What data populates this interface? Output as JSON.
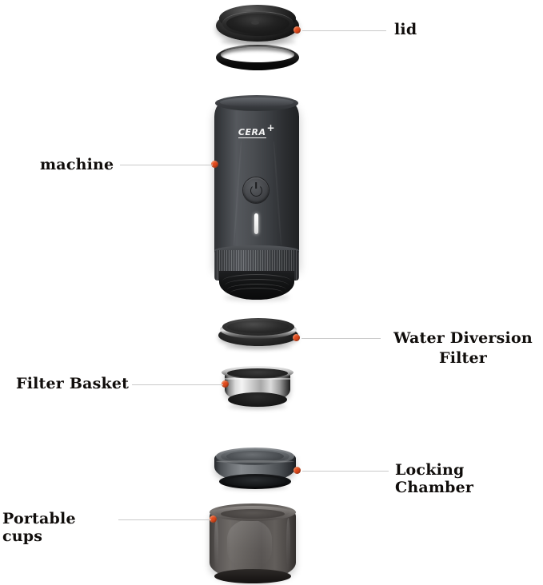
{
  "diagram": {
    "title": "Portable espresso machine exploded parts diagram",
    "background_color": "#ffffff",
    "dot_color": "#e0491c",
    "leader_color": "#c9c9c9",
    "label_color": "#100d0b"
  },
  "product": {
    "brand_logo": "CERA",
    "brand_logo_suffix": "+",
    "power_button_icon": "power-icon"
  },
  "callouts": [
    {
      "id": "lid",
      "label": "lid",
      "align": "left"
    },
    {
      "id": "machine",
      "label": "machine",
      "align": "right"
    },
    {
      "id": "water-filter",
      "label": "Water Diversion\nFilter",
      "align": "left"
    },
    {
      "id": "filter-basket",
      "label": "Filter Basket",
      "align": "right"
    },
    {
      "id": "locking-chamber",
      "label": "Locking Chamber",
      "align": "left"
    },
    {
      "id": "portable-cups",
      "label": "Portable cups",
      "align": "right"
    }
  ],
  "parts": [
    {
      "id": "lid",
      "name": "lid"
    },
    {
      "id": "lid-ring",
      "name": "sealing ring"
    },
    {
      "id": "machine-body",
      "name": "machine body"
    },
    {
      "id": "water-filter",
      "name": "water diversion filter"
    },
    {
      "id": "filter-basket",
      "name": "filter basket"
    },
    {
      "id": "locking-chamber",
      "name": "locking chamber"
    },
    {
      "id": "portable-cup",
      "name": "portable cup"
    }
  ]
}
